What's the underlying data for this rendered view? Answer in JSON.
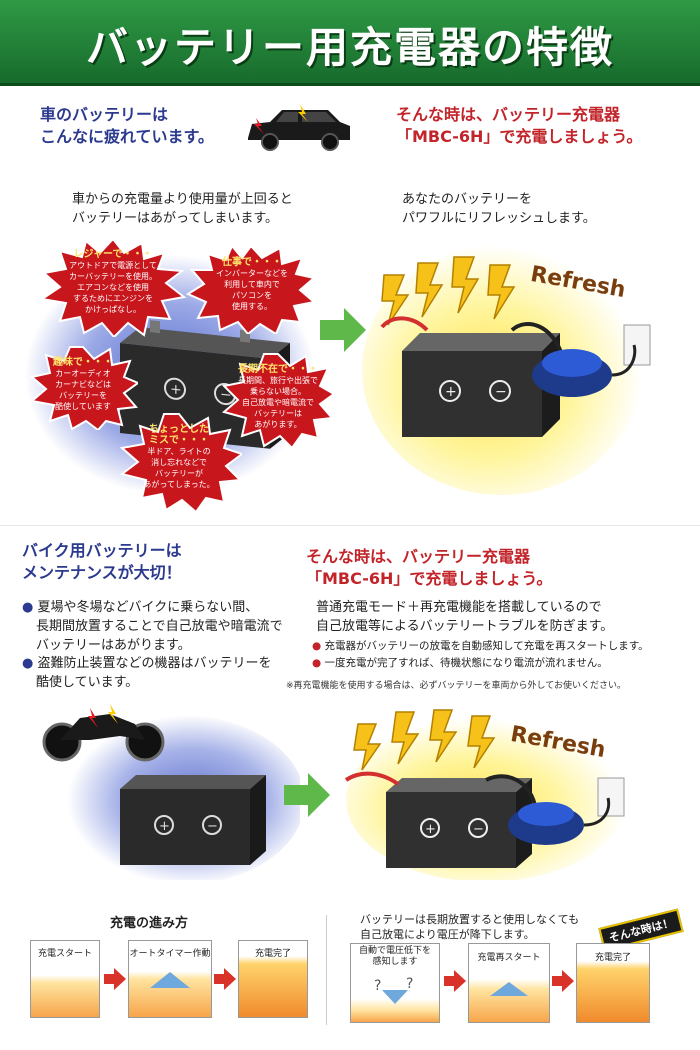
{
  "header": {
    "title": "バッテリー用充電器の特徴"
  },
  "section1": {
    "left_heading": [
      "車のバッテリーは",
      "こんなに疲れています。"
    ],
    "right_heading": [
      "そんな時は、バッテリー充電器",
      "「MBC-6H」で充電しましょう。"
    ],
    "left_text": [
      "車からの充電量より使用量が上回ると",
      "バッテリーはあがってしまいます。"
    ],
    "right_text": [
      "あなたのバッテリーを",
      "パワフルにリフレッシュします。"
    ],
    "bursts": [
      {
        "head": "レジャーで・・・",
        "lines": [
          "アウトドアで電源として",
          "カーバッテリーを使用。",
          "エアコンなどを使用",
          "するためにエンジンを",
          "かけっぱなし。"
        ]
      },
      {
        "head": "仕事で・・・",
        "lines": [
          "インバーターなどを",
          "利用して車内で",
          "パソコンを",
          "使用する。"
        ]
      },
      {
        "head": "趣味で・・・",
        "lines": [
          "カーオーディオ",
          "カーナビなどは",
          "バッテリーを",
          "酷使しています"
        ]
      },
      {
        "head": "長期不在で・・・",
        "lines": [
          "長期間、旅行や出張で",
          "乗らない場合。",
          "自己放電や暗電流で",
          "バッテリーは",
          "あがります。"
        ]
      },
      {
        "head": "ちょっとした",
        "head2": "ミスで・・・",
        "lines": [
          "半ドア、ライトの",
          "消し忘れなどで",
          "バッテリーが",
          "あがってしまった。"
        ]
      }
    ],
    "refresh_label": "Refresh"
  },
  "section2": {
    "left_heading": [
      "バイク用バッテリーは",
      "メンテナンスが大切！"
    ],
    "right_heading": [
      "そんな時は、バッテリー充電器",
      "「MBC-6H」で充電しましょう。"
    ],
    "left_bullets": [
      [
        "夏場や冬場などバイクに乗らない間、",
        "長期間放置することで自己放電や暗電流で",
        "バッテリーはあがります。"
      ],
      [
        "盗難防止装置などの機器はバッテリーを",
        "酷使しています。"
      ]
    ],
    "right_text": [
      "普通充電モード＋再充電機能を搭載しているので",
      "自己放電等によるバッテリートラブルを防ぎます。"
    ],
    "right_bullets": [
      "充電器がバッテリーの放電を自動感知して充電を再スタートします。",
      "一度充電が完了すれば、待機状態になり電流が流れません。"
    ],
    "note": "※再充電機能を使用する場合は、必ずバッテリーを車両から外してお使いください。",
    "refresh_label": "Refresh"
  },
  "section3": {
    "heading": "充電の進み方",
    "left_steps": [
      "充電スタート",
      "オートタイマー作動",
      "充電完了"
    ],
    "right_text": [
      "バッテリーは長期放置すると使用しなくても",
      "自己放電により電圧が降下します。"
    ],
    "badge": "そんな時は！",
    "right_steps": [
      [
        "自動で電圧低下を",
        "感知します"
      ],
      [
        "充電再スタート"
      ],
      [
        "充電完了"
      ]
    ]
  },
  "colors": {
    "green": "#1f7d34",
    "blue": "#2b3a8f",
    "red": "#c2242a",
    "burst": "#c8161d",
    "yellow_glow": "#fff176"
  }
}
